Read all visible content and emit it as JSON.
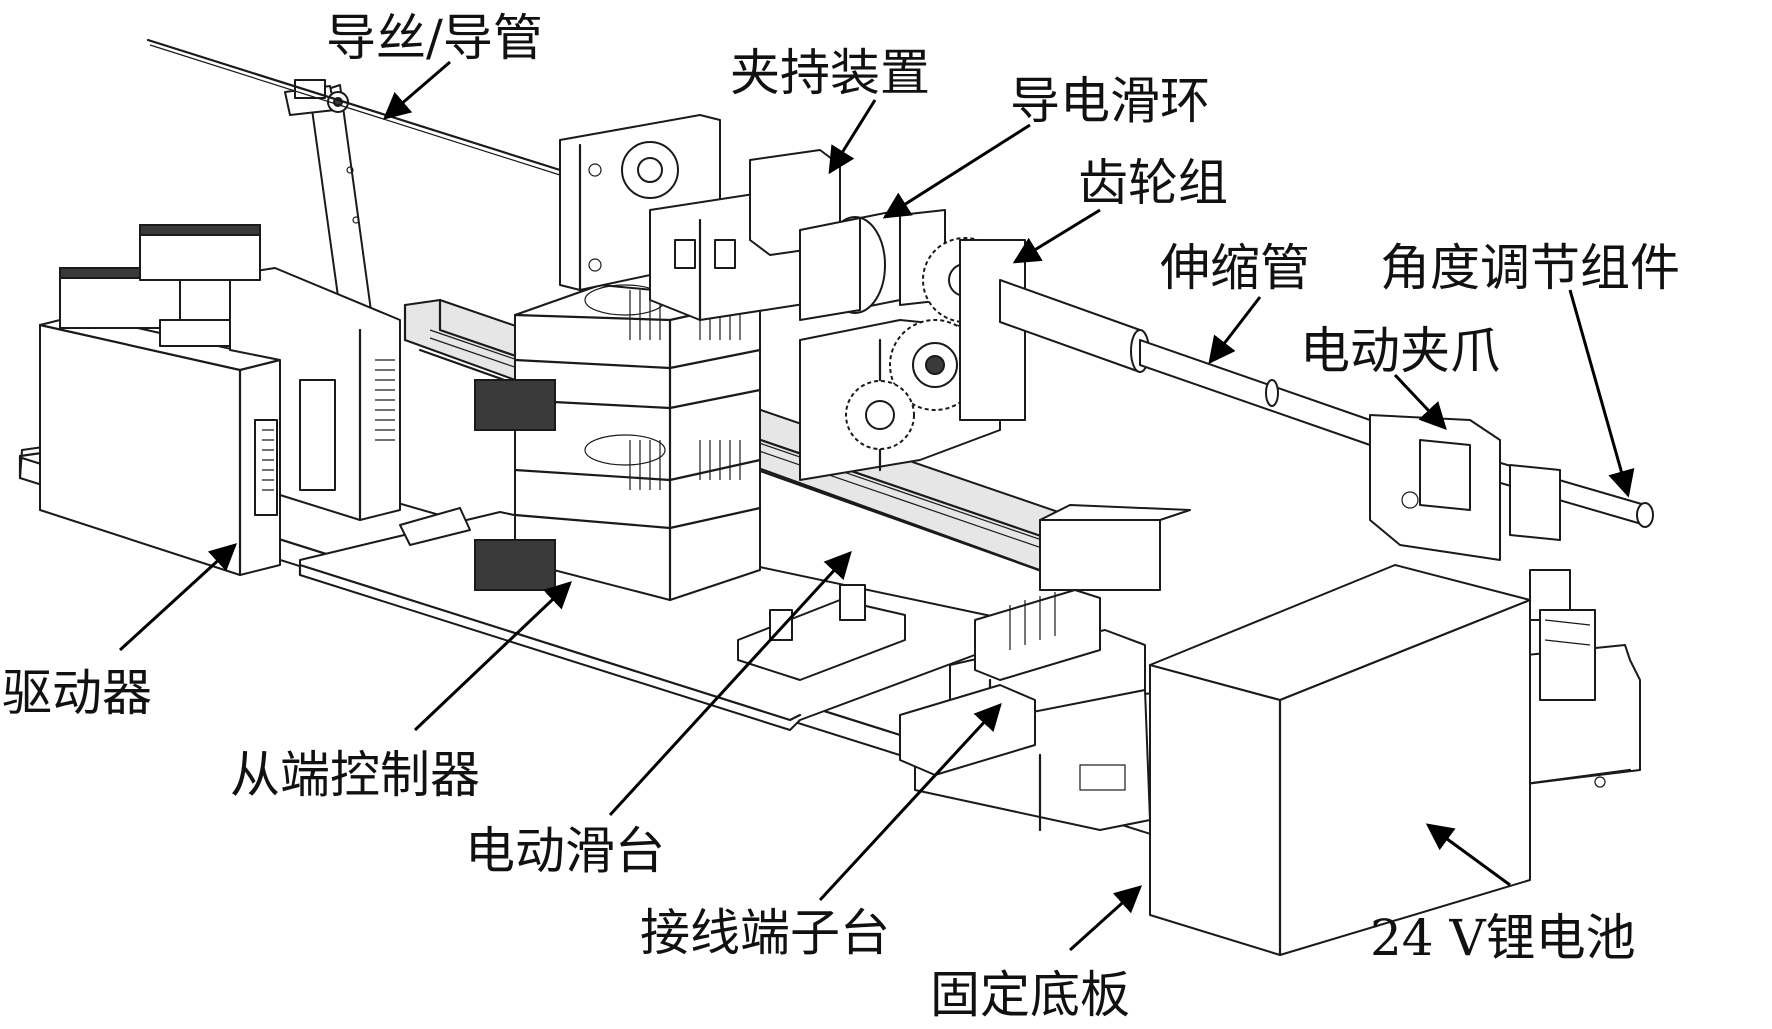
{
  "labels": {
    "guidewire": "导丝/导管",
    "clamp": "夹持装置",
    "slip_ring": "导电滑环",
    "gear_set": "齿轮组",
    "telescopic_tube": "伸缩管",
    "angle_adjust": "角度调节组件",
    "electric_gripper": "电动夹爪",
    "driver": "驱动器",
    "slave_controller": "从端控制器",
    "electric_slide": "电动滑台",
    "terminal_block": "接线端子台",
    "fixed_base": "固定底板",
    "battery": "24 V锂电池"
  }
}
